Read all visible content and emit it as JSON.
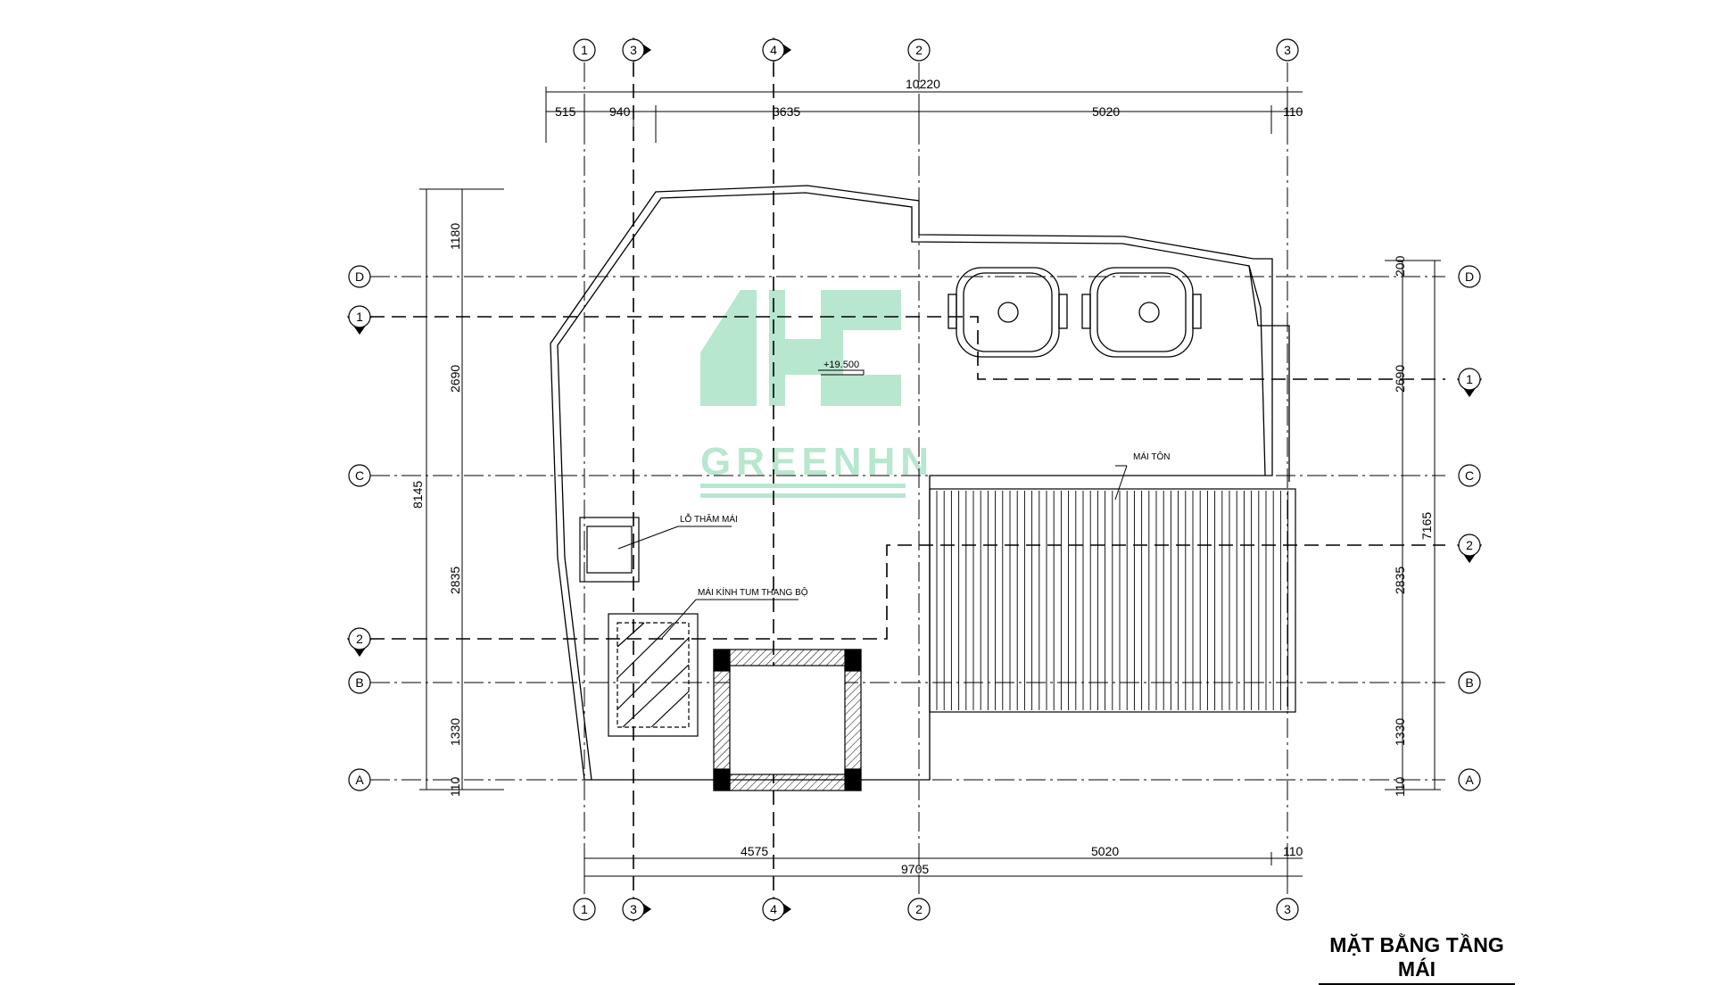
{
  "title": "MẶT BẰNG TẦNG MÁI",
  "watermark": {
    "text": "GREENHN",
    "color": "#7fd4a8"
  },
  "grid_labels": {
    "vertical_top": [
      "1",
      "3",
      "4",
      "2",
      "3"
    ],
    "vertical_bottom": [
      "1",
      "3",
      "4",
      "2",
      "3"
    ],
    "horizontal_left": [
      "D",
      "1",
      "C",
      "2",
      "B",
      "A"
    ],
    "horizontal_right": [
      "D",
      "1",
      "C",
      "2",
      "B",
      "A"
    ]
  },
  "dimensions": {
    "top_total": "10220",
    "top_segments": [
      "515",
      "940",
      "3635",
      "5020",
      "110"
    ],
    "bottom_segments": [
      "4575",
      "5020",
      "110"
    ],
    "bottom_total": "9705",
    "left_segments": [
      "1180",
      "2690",
      "2835",
      "1330",
      "110"
    ],
    "left_total": "8145",
    "right_segments": [
      "200",
      "2690",
      "2835",
      "1330",
      "110"
    ],
    "right_total": "7165"
  },
  "annotations": {
    "level": "+19.500",
    "metal_roof": "MÁI TÔN",
    "roof_drain": "LỖ THĂM MÁI",
    "glass_roof": "MÁI KÍNH TUM THANG BỘ"
  }
}
